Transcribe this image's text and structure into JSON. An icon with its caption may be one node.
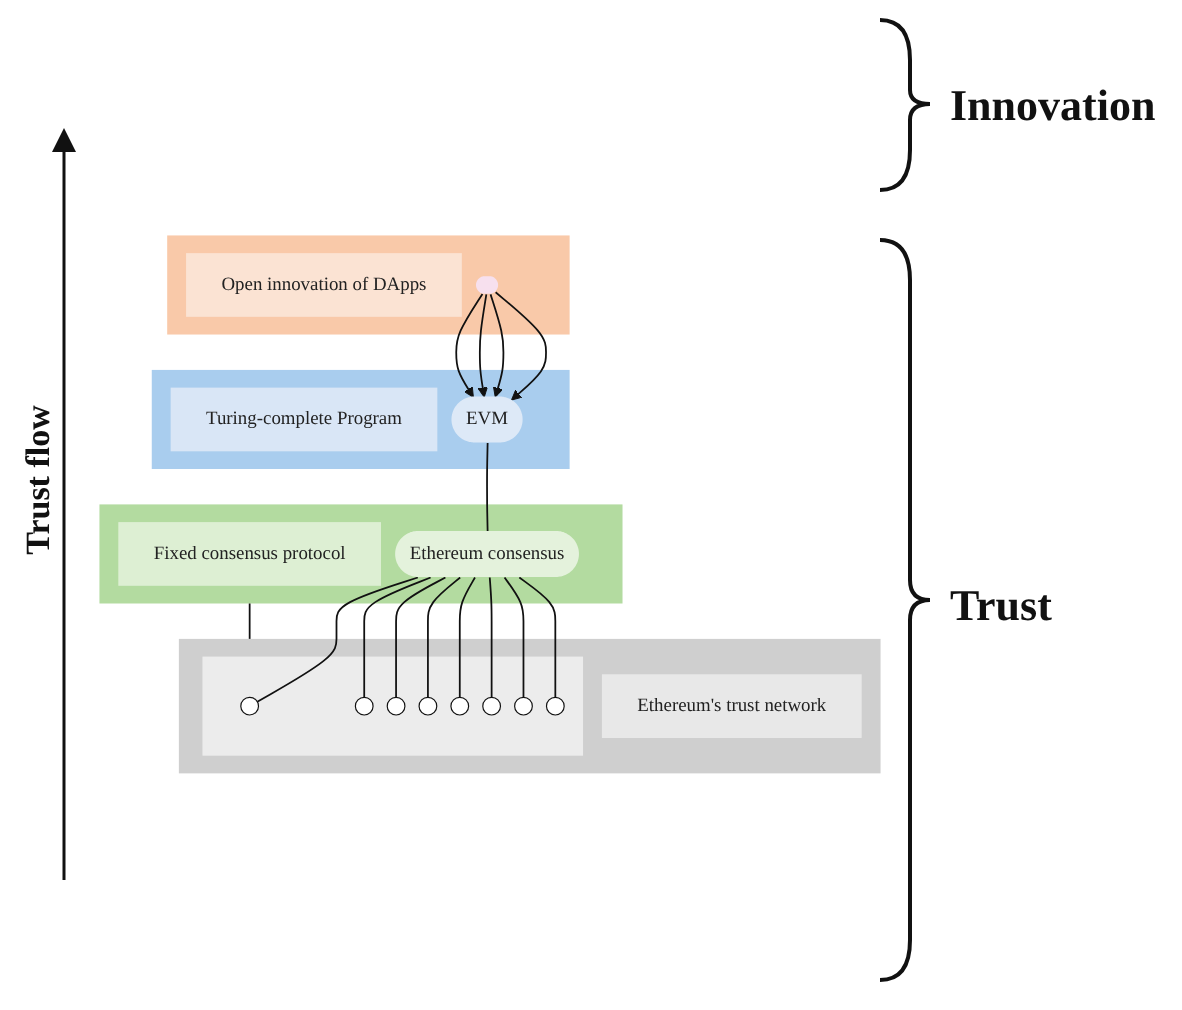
{
  "diagram": {
    "nodes": [
      {
        "text": [],
        "shape": "box"
      },
      {
        "text": [
          "Open innovation of DApps"
        ],
        "in": 0
      },
      {
        "text": [],
        "shape": "ellipse",
        "in": 0
      },
      {
        "text": [],
        "shape": "box"
      },
      {
        "text": [
          "Turing-complete Program"
        ],
        "in": 3
      },
      {
        "text": [
          "EVM"
        ],
        "in": 3
      },
      {
        "text": [],
        "shape": "box"
      },
      {
        "text": [
          "Fixed consensus protocol"
        ],
        "in": 6
      },
      {
        "text": [
          "Ethereum consensus"
        ],
        "in": 6
      },
      {
        "text": [],
        "shape": "box"
      },
      {
        "text": [
          "Ethereum's trust network"
        ],
        "in": 9
      },
      {
        "text": [],
        "shape": "ellipse",
        "in": 9
      },
      {
        "text": [],
        "shape": "person",
        "in": 11
      },
      {
        "text": [],
        "shape": "person",
        "in": 11
      },
      {
        "text": [],
        "shape": "person",
        "in": 11
      },
      {
        "text": [],
        "shape": "person",
        "in": 11
      },
      {
        "text": [],
        "shape": "person",
        "in": 11
      },
      {
        "text": [],
        "shape": "person",
        "in": 11
      },
      {
        "text": [],
        "shape": "person",
        "in": 11
      },
      {
        "text": [],
        "shape": "person",
        "in": 11
      }
    ],
    "edges": [
      {
        "from": 2,
        "to": 5,
        "arrow": "to"
      },
      {
        "from": 2,
        "to": 5,
        "arrow": "to"
      },
      {
        "from": 2,
        "to": 5,
        "arrow": "to"
      },
      {
        "from": 2,
        "to": 5,
        "arrow": "to"
      },
      {
        "from": 5,
        "to": 8,
        "arrow": "none"
      },
      {
        "from": 6,
        "to": 9,
        "arrow": "none"
      },
      {
        "from": 8,
        "to": 12,
        "arrow": "none"
      },
      {
        "from": 8,
        "to": 13,
        "arrow": "none"
      },
      {
        "from": 8,
        "to": 14,
        "arrow": "none"
      },
      {
        "from": 8,
        "to": 15,
        "arrow": "none"
      },
      {
        "from": 8,
        "to": 16,
        "arrow": "none"
      },
      {
        "from": 8,
        "to": 17,
        "arrow": "none"
      },
      {
        "from": 8,
        "to": 18,
        "arrow": "none"
      },
      {
        "from": 8,
        "to": 19,
        "arrow": "none"
      }
    ],
    "labels": [
      "Innovation",
      "Trust flow",
      "Trust"
    ]
  }
}
